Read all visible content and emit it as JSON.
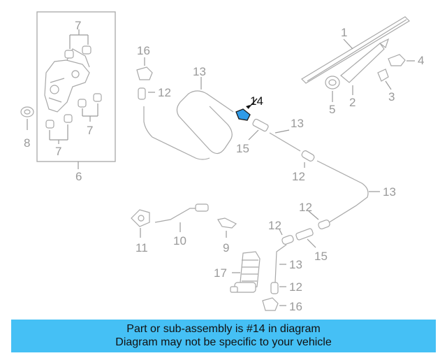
{
  "diagram": {
    "highlighted_part": "14",
    "callouts": [
      "1",
      "2",
      "3",
      "4",
      "5",
      "6",
      "7",
      "7",
      "7",
      "7",
      "8",
      "9",
      "10",
      "11",
      "12",
      "12",
      "12",
      "12",
      "12",
      "13",
      "13",
      "13",
      "13",
      "14",
      "15",
      "15",
      "16",
      "16",
      "17"
    ]
  },
  "banner": {
    "line1": "Part or sub-assembly is #14 in diagram",
    "line2": "Diagram may not be specific to your vehicle"
  },
  "colors": {
    "banner_bg": "#45c0f5",
    "highlight_part": "#2f9be8",
    "line_gray": "#a8a8a8"
  }
}
